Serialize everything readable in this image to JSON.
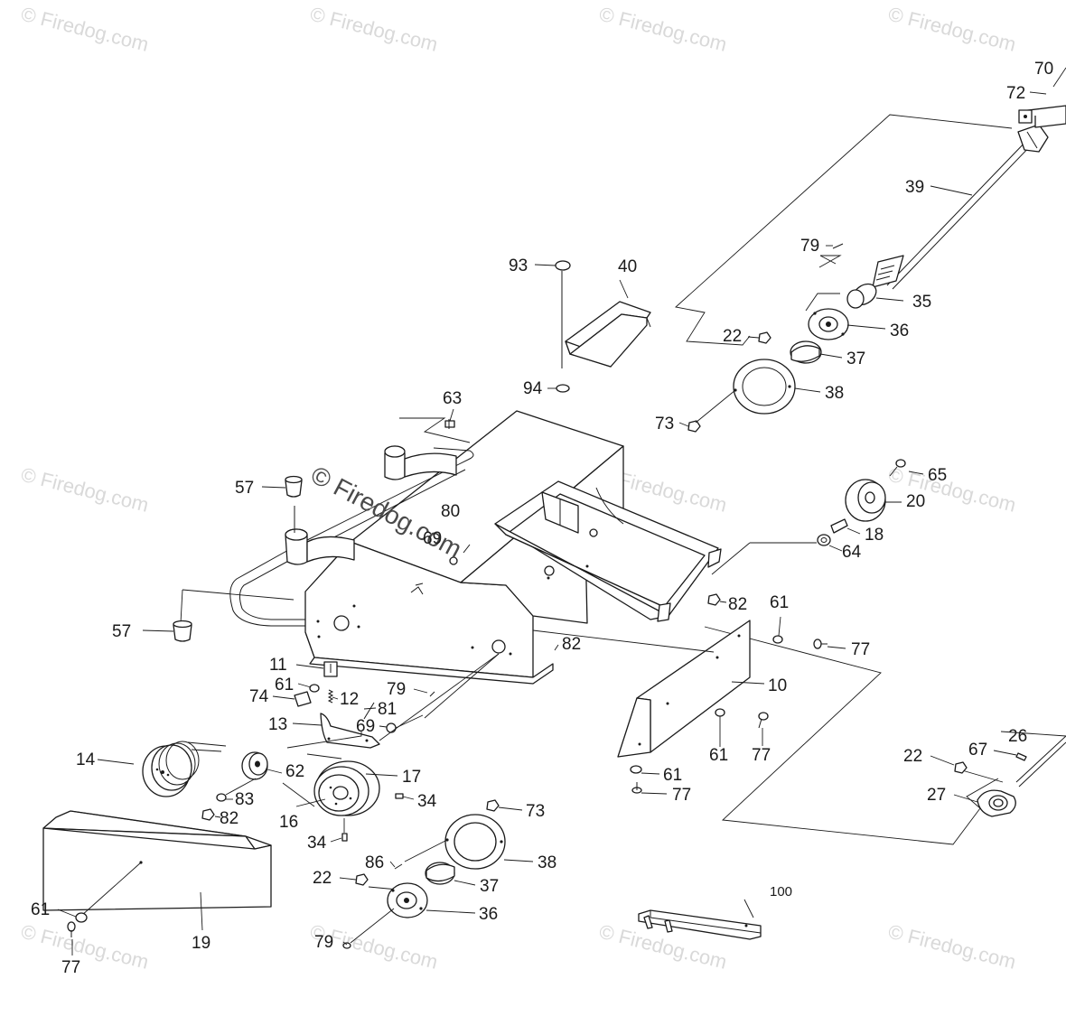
{
  "watermark": {
    "text": "© Firedog.com"
  },
  "callouts": {
    "c70": "70",
    "c72": "72",
    "c39": "39",
    "c79a": "79",
    "c35": "35",
    "c36a": "36",
    "c22a": "22",
    "c37a": "37",
    "c38a": "38",
    "c73a": "73",
    "c93": "93",
    "c40": "40",
    "c94": "94",
    "c63": "63",
    "c65": "65",
    "c20": "20",
    "c18": "18",
    "c64": "64",
    "c57a": "57",
    "c80": "80",
    "c69a": "69",
    "c82a": "82",
    "c61a": "61",
    "c77a": "77",
    "c57b": "57",
    "c82b": "82",
    "c10": "10",
    "c11": "11",
    "c61b": "61",
    "c74": "74",
    "c12": "12",
    "c79b": "79",
    "c81": "81",
    "c13": "13",
    "c69b": "69",
    "c26": "26",
    "c61c": "61",
    "c77b": "77",
    "c22b": "22",
    "c67": "67",
    "c14": "14",
    "c62": "62",
    "c17": "17",
    "c61d": "61",
    "c77c": "77",
    "c83": "83",
    "c34a": "34",
    "c27": "27",
    "c82c": "82",
    "c16": "16",
    "c73b": "73",
    "c34b": "34",
    "c86": "86",
    "c38b": "38",
    "c22c": "22",
    "c37b": "37",
    "c61e": "61",
    "c36b": "36",
    "c100": "100",
    "c19": "19",
    "c79c": "79",
    "c77d": "77"
  }
}
